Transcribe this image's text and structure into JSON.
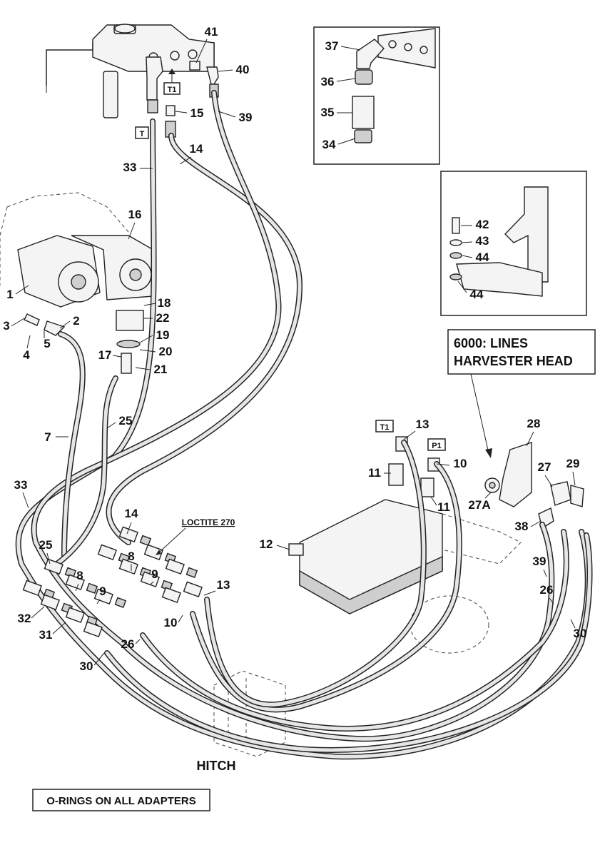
{
  "title_box": {
    "line1": "6000: LINES",
    "line2": "HARVESTER HEAD"
  },
  "footer_box": "O-RINGS ON ALL ADAPTERS",
  "hitch_label": "HITCH",
  "loctite_label": "LOCTITE 270",
  "tags": {
    "t": "T",
    "t1_top": "T1",
    "t1_valve": "T1",
    "p1_valve": "P1"
  },
  "callouts": {
    "n41": "41",
    "n40": "40",
    "n15": "15",
    "n39a": "39",
    "n14a": "14",
    "n33a": "33",
    "n37": "37",
    "n36": "36",
    "n35": "35",
    "n34": "34",
    "n42": "42",
    "n43": "43",
    "n44a": "44",
    "n44b": "44",
    "n16": "16",
    "n1": "1",
    "n18": "18",
    "n22": "22",
    "n19": "19",
    "n20": "20",
    "n17": "17",
    "n21": "21",
    "n2": "2",
    "n3": "3",
    "n5": "5",
    "n4": "4",
    "n7": "7",
    "n25a": "25",
    "n33b": "33",
    "n25b": "25",
    "n14b": "14",
    "n8a": "8",
    "n9a": "9",
    "n8b": "8",
    "n9b": "9",
    "n32": "32",
    "n31": "31",
    "n30a": "30",
    "n26a": "26",
    "n10a": "10",
    "n13a": "13",
    "n13b": "13",
    "n10b": "10",
    "n11a": "11",
    "n11b": "11",
    "n12": "12",
    "n28": "28",
    "n27": "27",
    "n29": "29",
    "n27A": "27A",
    "n38": "38",
    "n39b": "39",
    "n26b": "26",
    "n30b": "30"
  }
}
